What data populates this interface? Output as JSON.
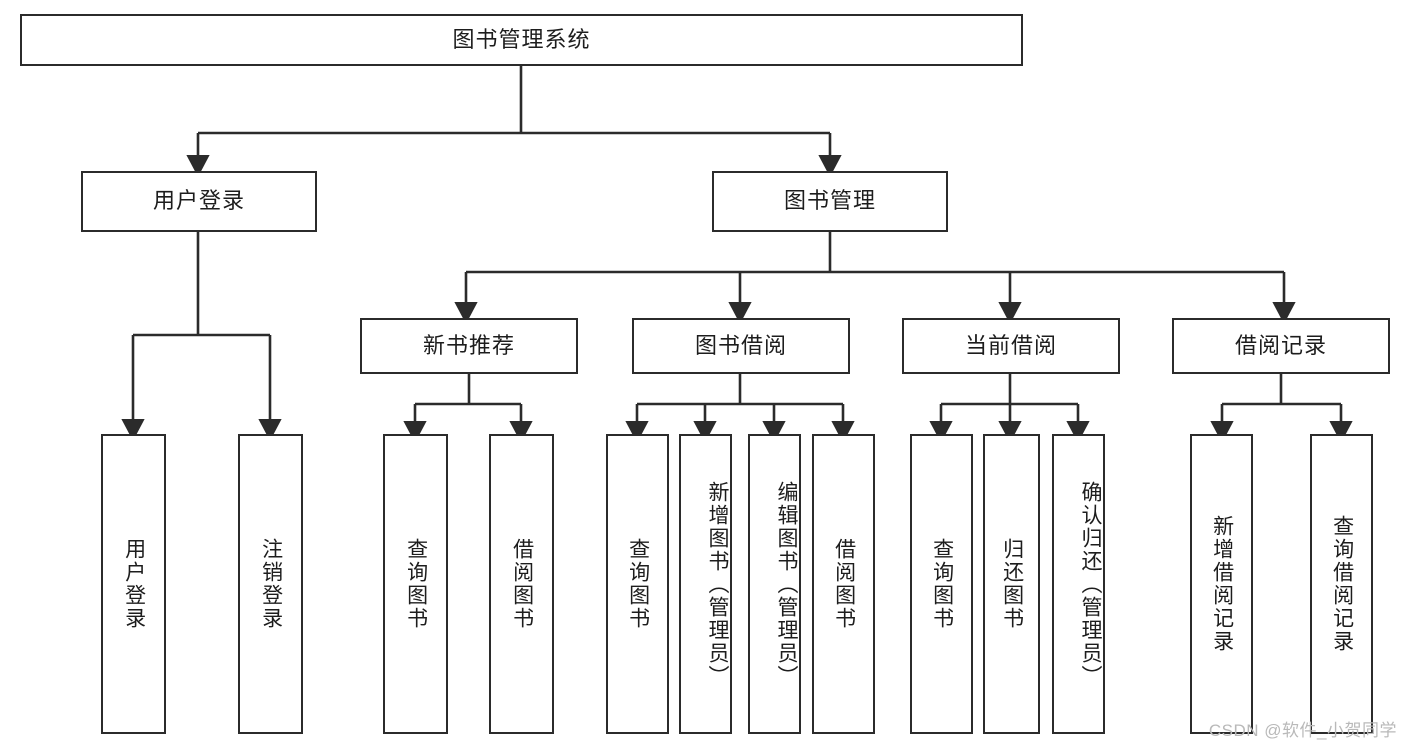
{
  "diagram": {
    "title": "图书管理系统",
    "type": "hierarchy-tree",
    "watermark": "CSDN @软件_小贺同学",
    "colors": {
      "border": "#2b2b2b",
      "text": "#1d1d1d",
      "background": "#ffffff",
      "connector": "#2b2b2b",
      "watermark": "#b9b9b9"
    },
    "root": {
      "label": "图书管理系统"
    },
    "level2": [
      {
        "label": "用户登录"
      },
      {
        "label": "图书管理"
      }
    ],
    "level3": [
      {
        "label": "新书推荐"
      },
      {
        "label": "图书借阅"
      },
      {
        "label": "当前借阅"
      },
      {
        "label": "借阅记录"
      }
    ],
    "leaves": {
      "user_login": [
        {
          "label": "用户登录"
        },
        {
          "label": "注销登录"
        }
      ],
      "new_book": [
        {
          "label": "查询图书"
        },
        {
          "label": "借阅图书"
        }
      ],
      "book_borrow": [
        {
          "label": "查询图书"
        },
        {
          "label": "新增图书（管理员）"
        },
        {
          "label": "编辑图书（管理员）"
        },
        {
          "label": "借阅图书"
        }
      ],
      "current_borrow": [
        {
          "label": "查询图书"
        },
        {
          "label": "归还图书"
        },
        {
          "label": "确认归还（管理员）"
        }
      ],
      "borrow_record": [
        {
          "label": "新增借阅记录"
        },
        {
          "label": "查询借阅记录"
        }
      ]
    }
  }
}
